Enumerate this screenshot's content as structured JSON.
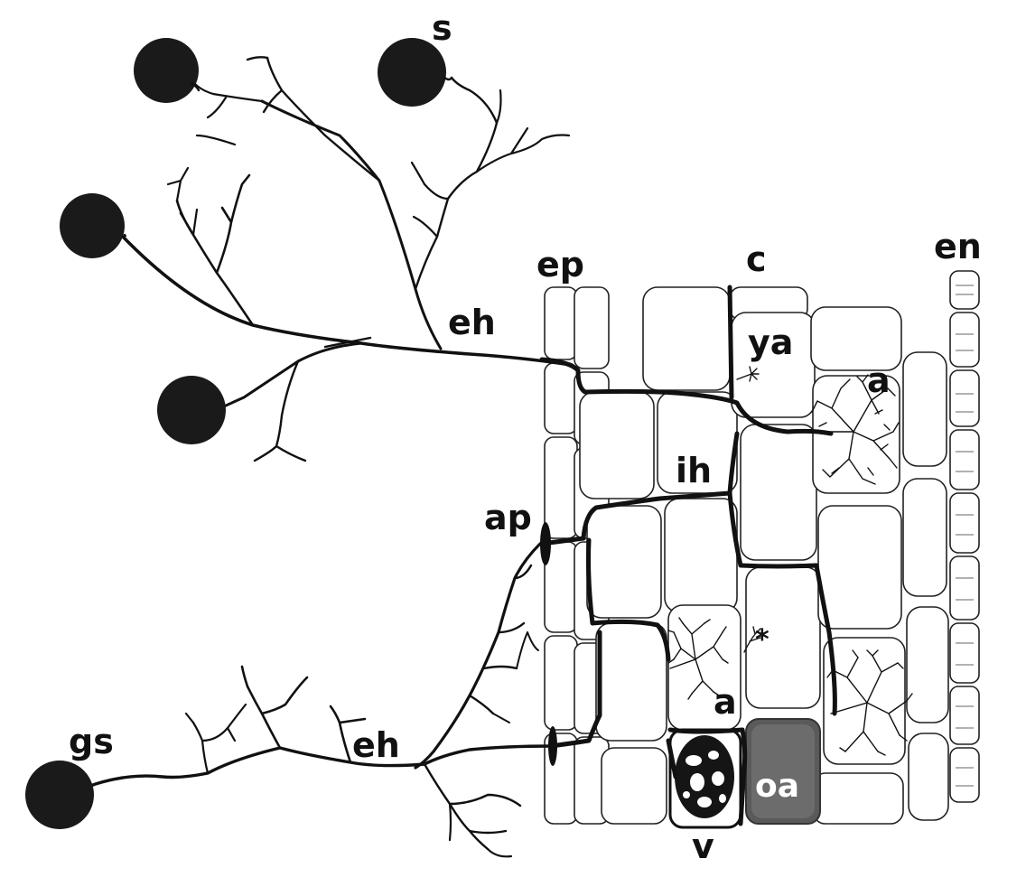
{
  "figure": {
    "labels": {
      "s": "s",
      "eh_upper": "eh",
      "ep": "ep",
      "c": "c",
      "en": "en",
      "ya": "ya",
      "a_upper": "a",
      "ih": "ih",
      "ap": "ap",
      "asterisk": "*",
      "a_lower": "a",
      "gs": "gs",
      "eh_lower": "eh",
      "oa": "oa",
      "v": "v"
    }
  }
}
